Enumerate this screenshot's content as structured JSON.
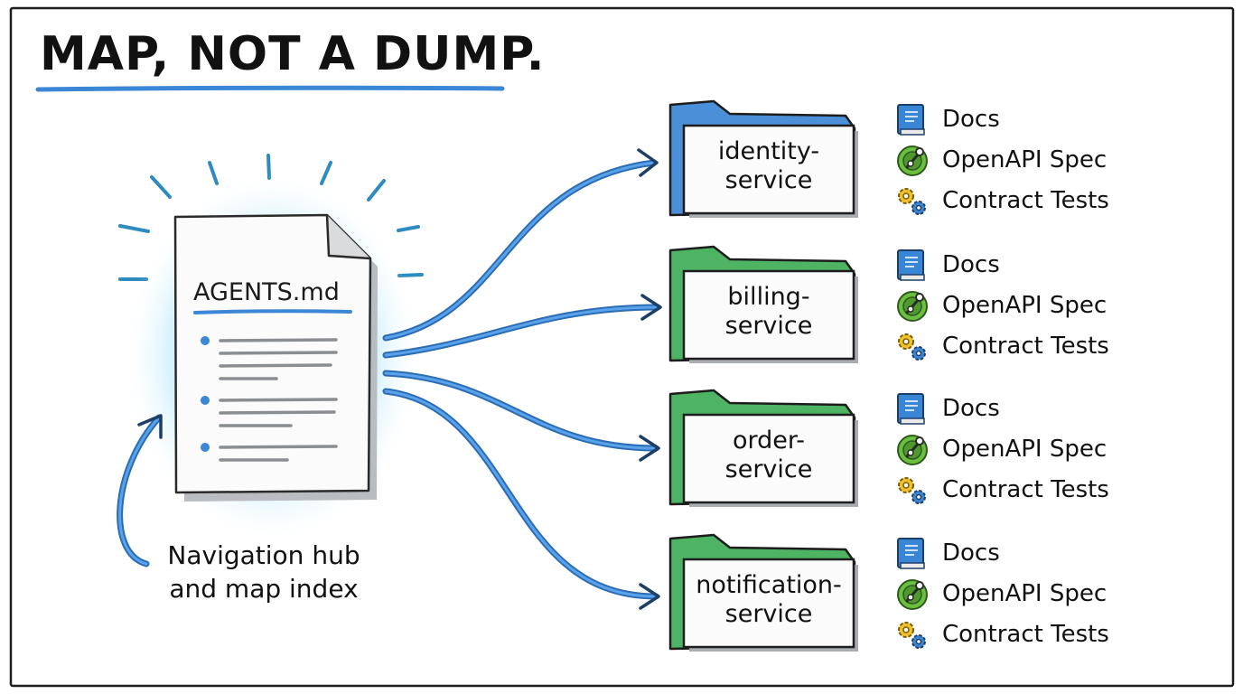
{
  "title": "MAP, NOT A DUMP.",
  "hub": {
    "file_name": "AGENTS.md",
    "caption_lines": [
      "Navigation hub",
      "and map index"
    ]
  },
  "services": [
    {
      "name_lines": [
        "identity-",
        "service"
      ],
      "tab_color": "#4a8fd8",
      "items": [
        "Docs",
        "OpenAPI Spec",
        "Contract Tests"
      ]
    },
    {
      "name_lines": [
        "billing-",
        "service"
      ],
      "tab_color": "#4fb364",
      "items": [
        "Docs",
        "OpenAPI Spec",
        "Contract Tests"
      ]
    },
    {
      "name_lines": [
        "order-",
        "service"
      ],
      "tab_color": "#4fb364",
      "items": [
        "Docs",
        "OpenAPI Spec",
        "Contract Tests"
      ]
    },
    {
      "name_lines": [
        "notification-",
        "service"
      ],
      "tab_color": "#4fb364",
      "items": [
        "Docs",
        "OpenAPI Spec",
        "Contract Tests"
      ]
    }
  ],
  "item_icons": [
    "book-icon",
    "api-spec-icon",
    "gears-icon"
  ],
  "colors": {
    "accent_blue": "#3b86d6",
    "folder_green": "#4fb364",
    "glow": "#7fd0f5"
  }
}
